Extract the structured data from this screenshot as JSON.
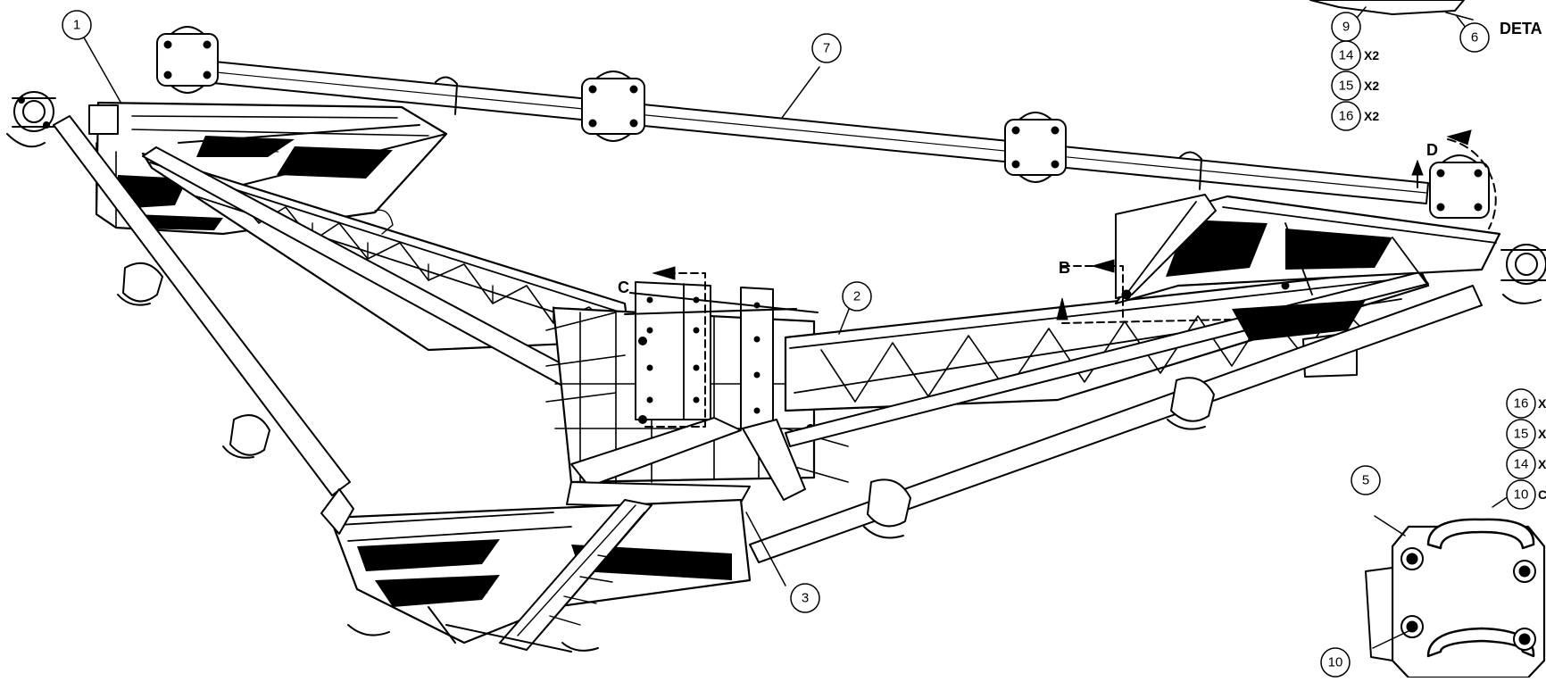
{
  "callouts": {
    "c1": "1",
    "c2": "2",
    "c3": "3",
    "c5": "5",
    "c6": "6",
    "c7": "7",
    "c9": "9",
    "c10a": "10",
    "c10b": "10",
    "c14a": "14",
    "c15a": "15",
    "c16a": "16",
    "c14b": "14",
    "c15b": "15",
    "c16b": "16"
  },
  "quantities": {
    "q14a": "X2",
    "q15a": "X2",
    "q16a": "X2",
    "q16b": "X",
    "q15b": "X",
    "q14b": "X",
    "q10b": "C"
  },
  "view_labels": {
    "b": "B",
    "c": "C",
    "d": "D"
  },
  "detail_label": "DETA"
}
